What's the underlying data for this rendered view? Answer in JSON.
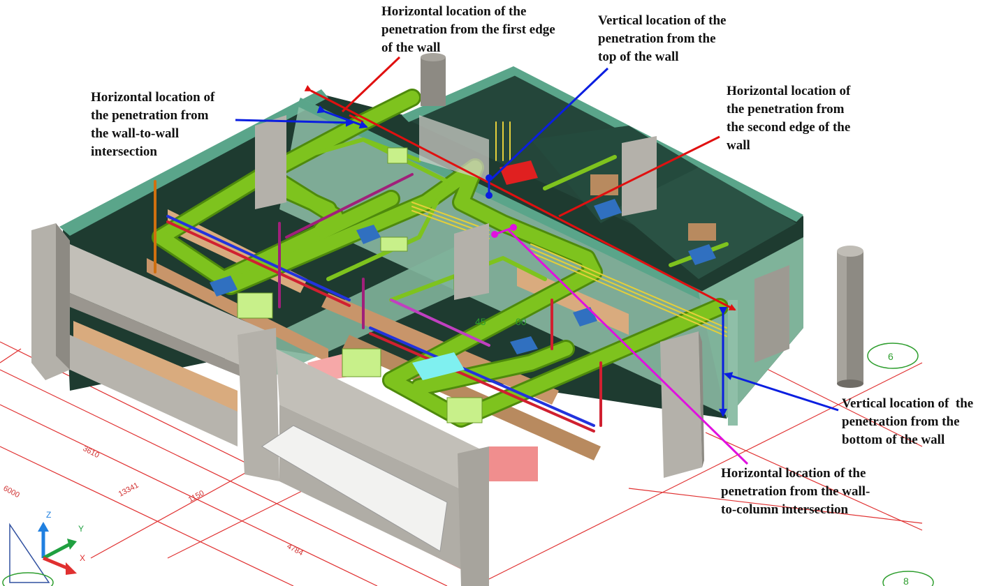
{
  "annotations": {
    "h_first_edge": "Horizontal location of the\npenetration from the first edge\nof the wall",
    "v_top": "Vertical location of the\npenetration from the\ntop of the wall",
    "h_wall_wall": "Horizontal location of\nthe penetration from\nthe wall-to-wall\nintersection",
    "h_second_edge": "Horizontal location of\nthe penetration from\nthe second edge of the\nwall",
    "v_bottom": "Vertical location of  the\npenetration from the\nbottom of the wall",
    "h_wall_column": "Horizontal location of the\npenetration from the wall-\nto-column intersection"
  },
  "dimensions": [
    "3610",
    "6000",
    "13341",
    "1150",
    "4784"
  ],
  "model_text": [
    "45",
    "00"
  ],
  "grid_bubbles": [
    "6",
    "8"
  ],
  "axis_labels": {
    "z": "Z",
    "y": "Y",
    "x": "X"
  },
  "colors": {
    "wall": "#8fbfa8",
    "wall_top": "#5aa58a",
    "wall_inner": "#1e3b30",
    "pipe": "#7ec31e",
    "pipe_dark": "#4e8a0c",
    "concrete": "#b4b1aa",
    "beam": "#d9ab7e",
    "red_arrow": "#e01010",
    "blue_arrow": "#0a1ee0",
    "magenta_arrow": "#e010e0",
    "grid": "#e03030"
  }
}
